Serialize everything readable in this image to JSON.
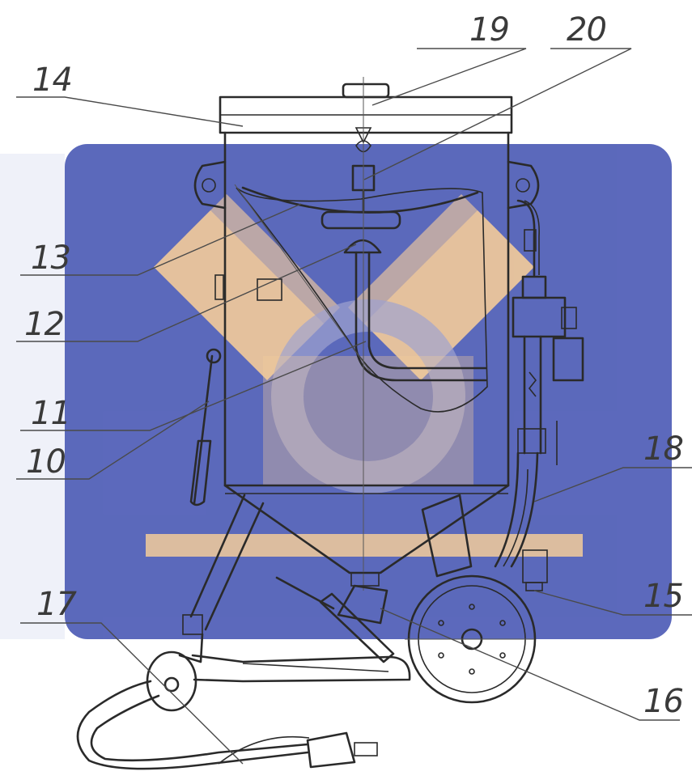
{
  "diagram": {
    "callouts": [
      "10",
      "11",
      "12",
      "13",
      "14",
      "15",
      "16",
      "17",
      "18",
      "19",
      "20"
    ]
  },
  "colors": {
    "watermark_blue": "#3f4fb0",
    "watermark_orange": "#f2c38a",
    "line": "#2a2a2a"
  }
}
